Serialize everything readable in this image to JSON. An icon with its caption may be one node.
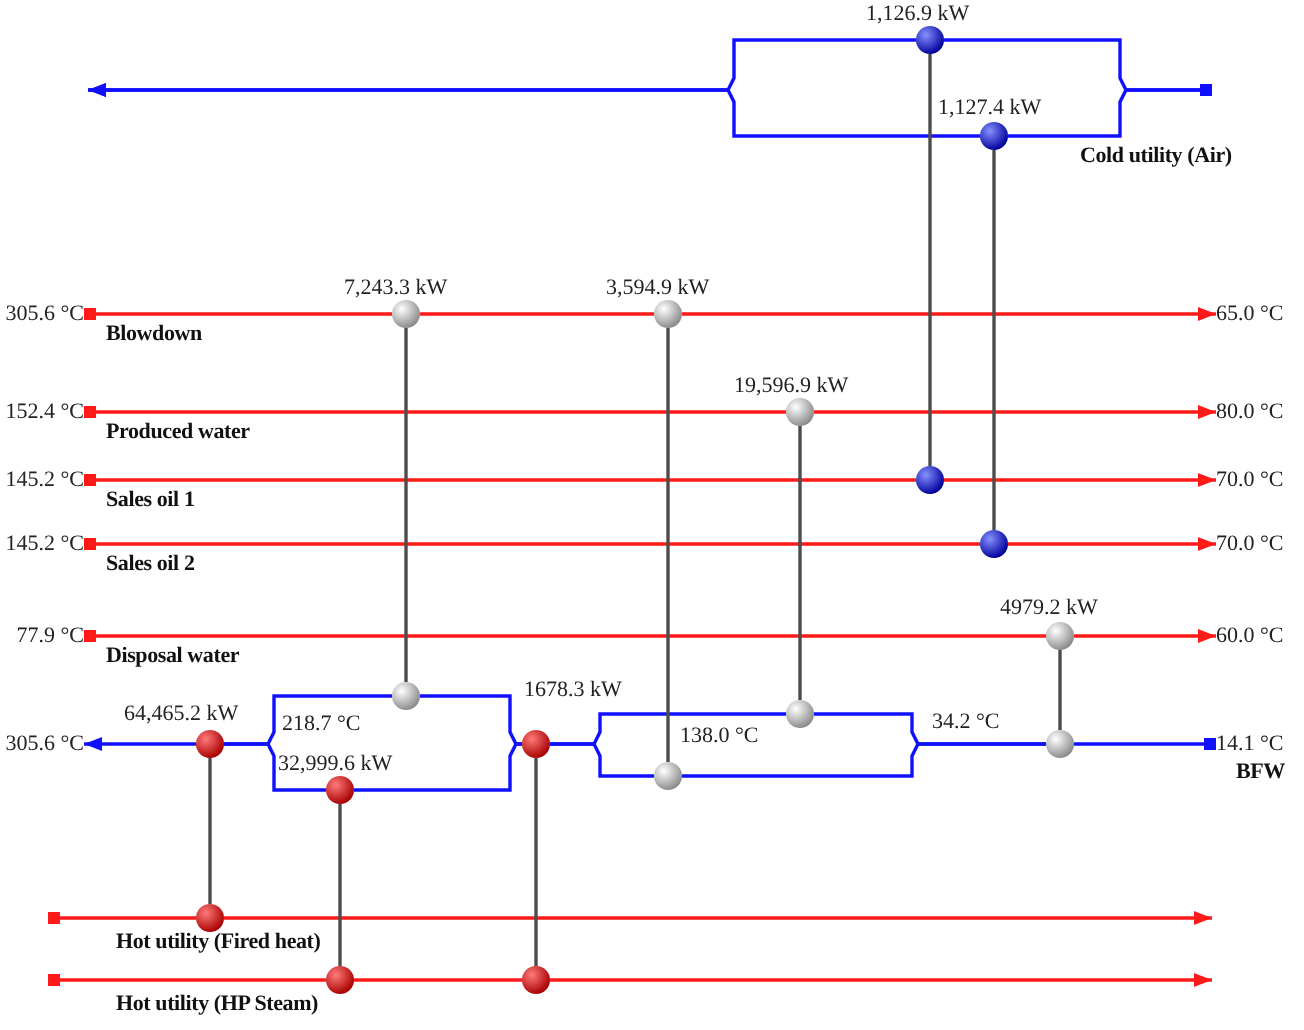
{
  "diagram": {
    "nodes": [
      {
        "text": [],
        "shape": "circle",
        "beside": [
          "1,126.9 kW"
        ]
      },
      {
        "text": [],
        "shape": "circle",
        "beside": [
          "1,127.4 kW"
        ]
      },
      {
        "text": [
          "305.6 °C"
        ]
      },
      {
        "text": [],
        "shape": "circle",
        "beside": [
          "7,243.3 kW"
        ]
      },
      {
        "text": [],
        "shape": "circle",
        "beside": [
          "3,594.9 kW"
        ]
      },
      {
        "text": [
          "65.0 °C"
        ]
      },
      {
        "text": [
          "152.4 °C"
        ]
      },
      {
        "text": [],
        "shape": "circle",
        "beside": [
          "19,596.9 kW"
        ]
      },
      {
        "text": [
          "80.0 °C"
        ]
      },
      {
        "text": [
          "145.2 °C"
        ]
      },
      {
        "text": [],
        "shape": "circle"
      },
      {
        "text": [
          "70.0 °C"
        ]
      },
      {
        "text": [
          "145.2 °C"
        ]
      },
      {
        "text": [],
        "shape": "circle"
      },
      {
        "text": [
          "70.0 °C"
        ]
      },
      {
        "text": [
          "77.9 °C"
        ]
      },
      {
        "text": [],
        "shape": "circle",
        "beside": [
          "4979.2 kW"
        ]
      },
      {
        "text": [
          "60.0 °C"
        ]
      },
      {
        "text": [
          "305.6 °C"
        ]
      },
      {
        "text": [],
        "shape": "circle",
        "beside": [
          "64,465.2 kW"
        ]
      },
      {
        "text": [],
        "shape": "circle",
        "beside": [
          "32,999.6 kW"
        ]
      },
      {
        "text": [],
        "shape": "circle"
      },
      {
        "text": [],
        "shape": "circle",
        "beside": [
          "1678.3 kW"
        ]
      },
      {
        "text": [],
        "shape": "circle"
      },
      {
        "text": [],
        "shape": "circle"
      },
      {
        "text": [],
        "shape": "circle"
      },
      {
        "text": [
          "14.1 °C"
        ]
      },
      {
        "text": [],
        "shape": "circle"
      },
      {
        "text": [],
        "shape": "circle"
      },
      {
        "text": [],
        "shape": "circle"
      }
    ],
    "edges": [
      {
        "from": null,
        "to": 0,
        "arrow": "other",
        "color": "#1010ff"
      },
      {
        "from": null,
        "to": 1,
        "arrow": "other",
        "color": "#1010ff"
      },
      {
        "from": 0,
        "to": null,
        "arrow": "to",
        "color": "#1010ff"
      },
      {
        "from": 1,
        "to": null,
        "arrow": "to",
        "color": "#1010ff"
      },
      {
        "from": 2,
        "to": 3,
        "arrow": "other"
      },
      {
        "from": 3,
        "to": 4,
        "arrow": "none"
      },
      {
        "from": 4,
        "to": 5,
        "arrow": "to"
      },
      {
        "from": 6,
        "to": 7,
        "arrow": "other"
      },
      {
        "from": 7,
        "to": 8,
        "arrow": "to"
      },
      {
        "from": 9,
        "to": 10,
        "arrow": "other"
      },
      {
        "from": 10,
        "to": 11,
        "arrow": "to"
      },
      {
        "from": 12,
        "to": 13,
        "arrow": "other"
      },
      {
        "from": 13,
        "to": 14,
        "arrow": "to"
      },
      {
        "from": 15,
        "to": 16,
        "arrow": "other"
      },
      {
        "from": 16,
        "to": 17,
        "arrow": "to"
      },
      {
        "from": 26,
        "to": 25,
        "arrow": "other",
        "color": "#1010ff"
      },
      {
        "from": 25,
        "to": 24,
        "arrow": "none",
        "color": "#1010ff"
      },
      {
        "from": 25,
        "to": 23,
        "arrow": "none",
        "color": "#1010ff"
      },
      {
        "from": 24,
        "to": 22,
        "arrow": "none",
        "color": "#1010ff"
      },
      {
        "from": 23,
        "to": 22,
        "arrow": "none",
        "color": "#1010ff"
      },
      {
        "from": 22,
        "to": 21,
        "arrow": "none",
        "color": "#1010ff"
      },
      {
        "from": 22,
        "to": 20,
        "arrow": "none",
        "color": "#1010ff"
      },
      {
        "from": 21,
        "to": 19,
        "arrow": "none",
        "color": "#1010ff"
      },
      {
        "from": 20,
        "to": 19,
        "arrow": "none",
        "color": "#1010ff"
      },
      {
        "from": 19,
        "to": 18,
        "arrow": "to",
        "color": "#1010ff"
      },
      {
        "from": null,
        "to": 27,
        "arrow": "other"
      },
      {
        "from": 27,
        "to": null,
        "arrow": "to"
      },
      {
        "from": null,
        "to": 28,
        "arrow": "other"
      },
      {
        "from": 28,
        "to": 29,
        "arrow": "none"
      },
      {
        "from": 29,
        "to": null,
        "arrow": "to"
      },
      {
        "from": 0,
        "to": 10,
        "arrow": "none",
        "color": "#4d4d4d"
      },
      {
        "from": 1,
        "to": 13,
        "arrow": "none",
        "color": "#4d4d4d"
      },
      {
        "from": 3,
        "to": 21,
        "arrow": "none",
        "color": "#4d4d4d"
      },
      {
        "from": 4,
        "to": 23,
        "arrow": "none",
        "color": "#4d4d4d"
      },
      {
        "from": 7,
        "to": 24,
        "arrow": "none",
        "color": "#4d4d4d"
      },
      {
        "from": 16,
        "to": 25,
        "arrow": "none",
        "color": "#4d4d4d"
      },
      {
        "from": 19,
        "to": 27,
        "arrow": "none",
        "color": "#4d4d4d"
      },
      {
        "from": 20,
        "to": 28,
        "arrow": "none",
        "color": "#4d4d4d"
      },
      {
        "from": 22,
        "to": 29,
        "arrow": "none",
        "color": "#4d4d4d"
      }
    ],
    "labels": [
      "Cold utility (Air)",
      "Blowdown",
      "Produced water",
      "Sales oil 1",
      "Sales oil 2",
      "Disposal water",
      "218.7 °C",
      "138.0 °C",
      "34.2 °C",
      "BFW",
      "Hot utility (Fired heat)",
      "Hot utility (HP Steam)"
    ]
  }
}
